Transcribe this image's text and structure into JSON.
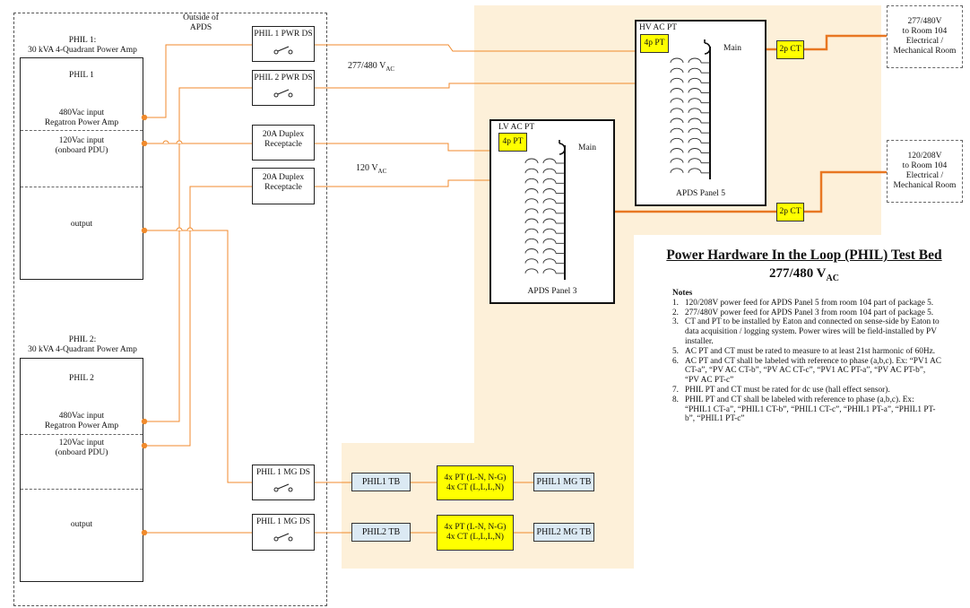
{
  "region_label": "Outside of\nAPDS",
  "phil1": {
    "title": "PHIL 1:\n30 kVA 4-Quadrant Power Amp",
    "name": "PHIL 1",
    "input_480": "480Vac input\nRegatron Power Amp",
    "input_120": "120Vac input\n(onboard PDU)",
    "output": "output"
  },
  "phil2": {
    "title": "PHIL 2:\n30 kVA 4-Quadrant Power Amp",
    "name": "PHIL 2",
    "input_480": "480Vac input\nRegatron Power Amp",
    "input_120": "120Vac input\n(onboard PDU)",
    "output": "output"
  },
  "disconnects": {
    "phil1_pwr": "PHIL 1 PWR DS",
    "phil2_pwr": "PHIL 2 PWR DS",
    "receptacle1": "20A Duplex\nReceptacle",
    "receptacle2": "20A Duplex\nReceptacle",
    "phil1_mg": "PHIL 1 MG DS",
    "phil2_mg": "PHIL 1 MG DS"
  },
  "voltage_labels": {
    "v277": "277/480 V",
    "v277_sub": "AC",
    "v120": "120 V",
    "v120_sub": "AC"
  },
  "hv_panel": {
    "title": "HV AC PT",
    "pt": "4p PT",
    "main": "Main",
    "name": "APDS Panel 5"
  },
  "lv_panel": {
    "title": "LV AC PT",
    "pt": "4p PT",
    "main": "Main",
    "name": "APDS Panel 3"
  },
  "ct_top": "2p CT",
  "ct_bottom": "2p CT",
  "room_top": "277/480V\nto Room 104\nElectrical /\nMechanical Room",
  "room_bottom": "120/208V\nto Room 104\nElectrical /\nMechanical Room",
  "tb_rows": [
    {
      "left": "PHIL1 TB",
      "mid": "4x PT (L-N, N-G)\n4x CT (L,L,L,N)",
      "right": "PHIL1 MG TB"
    },
    {
      "left": "PHIL2 TB",
      "mid": "4x PT (L-N, N-G)\n4x CT (L,L,L,N)",
      "right": "PHIL2 MG TB"
    }
  ],
  "heading": {
    "title": "Power Hardware In the Loop (PHIL) Test Bed",
    "sub": "277/480 V",
    "sub_small": "AC"
  },
  "notes": {
    "title": "Notes",
    "items": [
      "120/208V power feed for APDS Panel 5 from room 104 part of package 5.",
      "277/480V power feed for APDS Panel 3 from room 104 part of package 5.",
      "CT and PT to be installed by Eaton and connected on sense-side by Eaton to data acquisition / logging system. Power wires will be field-installed by PV installer.",
      "AC PT and CT must be rated to measure to at least 21st harmonic of 60Hz.",
      "AC PT and CT shall be labeled with reference to phase (a,b,c). Ex: “PV1 AC CT-a”, “PV AC CT-b”, “PV AC CT-c”, “PV1 AC PT-a”, “PV AC PT-b”, “PV AC PT-c”",
      "PHIL PT and CT must be rated for dc use (hall effect sensor).",
      "PHIL PT and CT shall be labeled with reference to phase (a,b,c). Ex: “PHIL1 CT-a”, “PHIL1 CT-b”, “PHIL1 CT-c”, “PHIL1 PT-a”, “PHIL1 PT-b”, “PHIL1 PT-c”"
    ],
    "numbers": [
      "1.",
      "2.",
      "3.",
      "5.",
      "6.",
      "7.",
      "8."
    ]
  },
  "colors": {
    "wire": "#f08a2c",
    "thick_wire": "#e87722",
    "zone": "#fdf0d9",
    "pt_ct": "#ffff00",
    "tb": "#dbe9f3"
  }
}
